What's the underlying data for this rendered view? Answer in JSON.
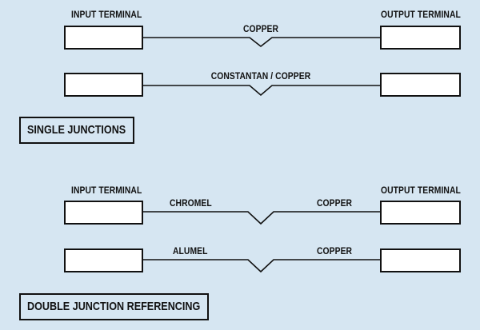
{
  "colors": {
    "background": "#d6e6f2",
    "line": "#111111",
    "box_fill": "#ffffff"
  },
  "single_junctions": {
    "heading": "SINGLE JUNCTIONS",
    "input_label": "INPUT TERMINAL",
    "output_label": "OUTPUT TERMINAL",
    "wires": [
      {
        "label": "COPPER"
      },
      {
        "label": "CONSTANTAN / COPPER"
      }
    ]
  },
  "double_junction": {
    "heading": "DOUBLE JUNCTION REFERENCING",
    "input_label": "INPUT TERMINAL",
    "output_label": "OUTPUT TERMINAL",
    "wires": [
      {
        "left_label": "CHROMEL",
        "right_label": "COPPER"
      },
      {
        "left_label": "ALUMEL",
        "right_label": "COPPER"
      }
    ]
  }
}
